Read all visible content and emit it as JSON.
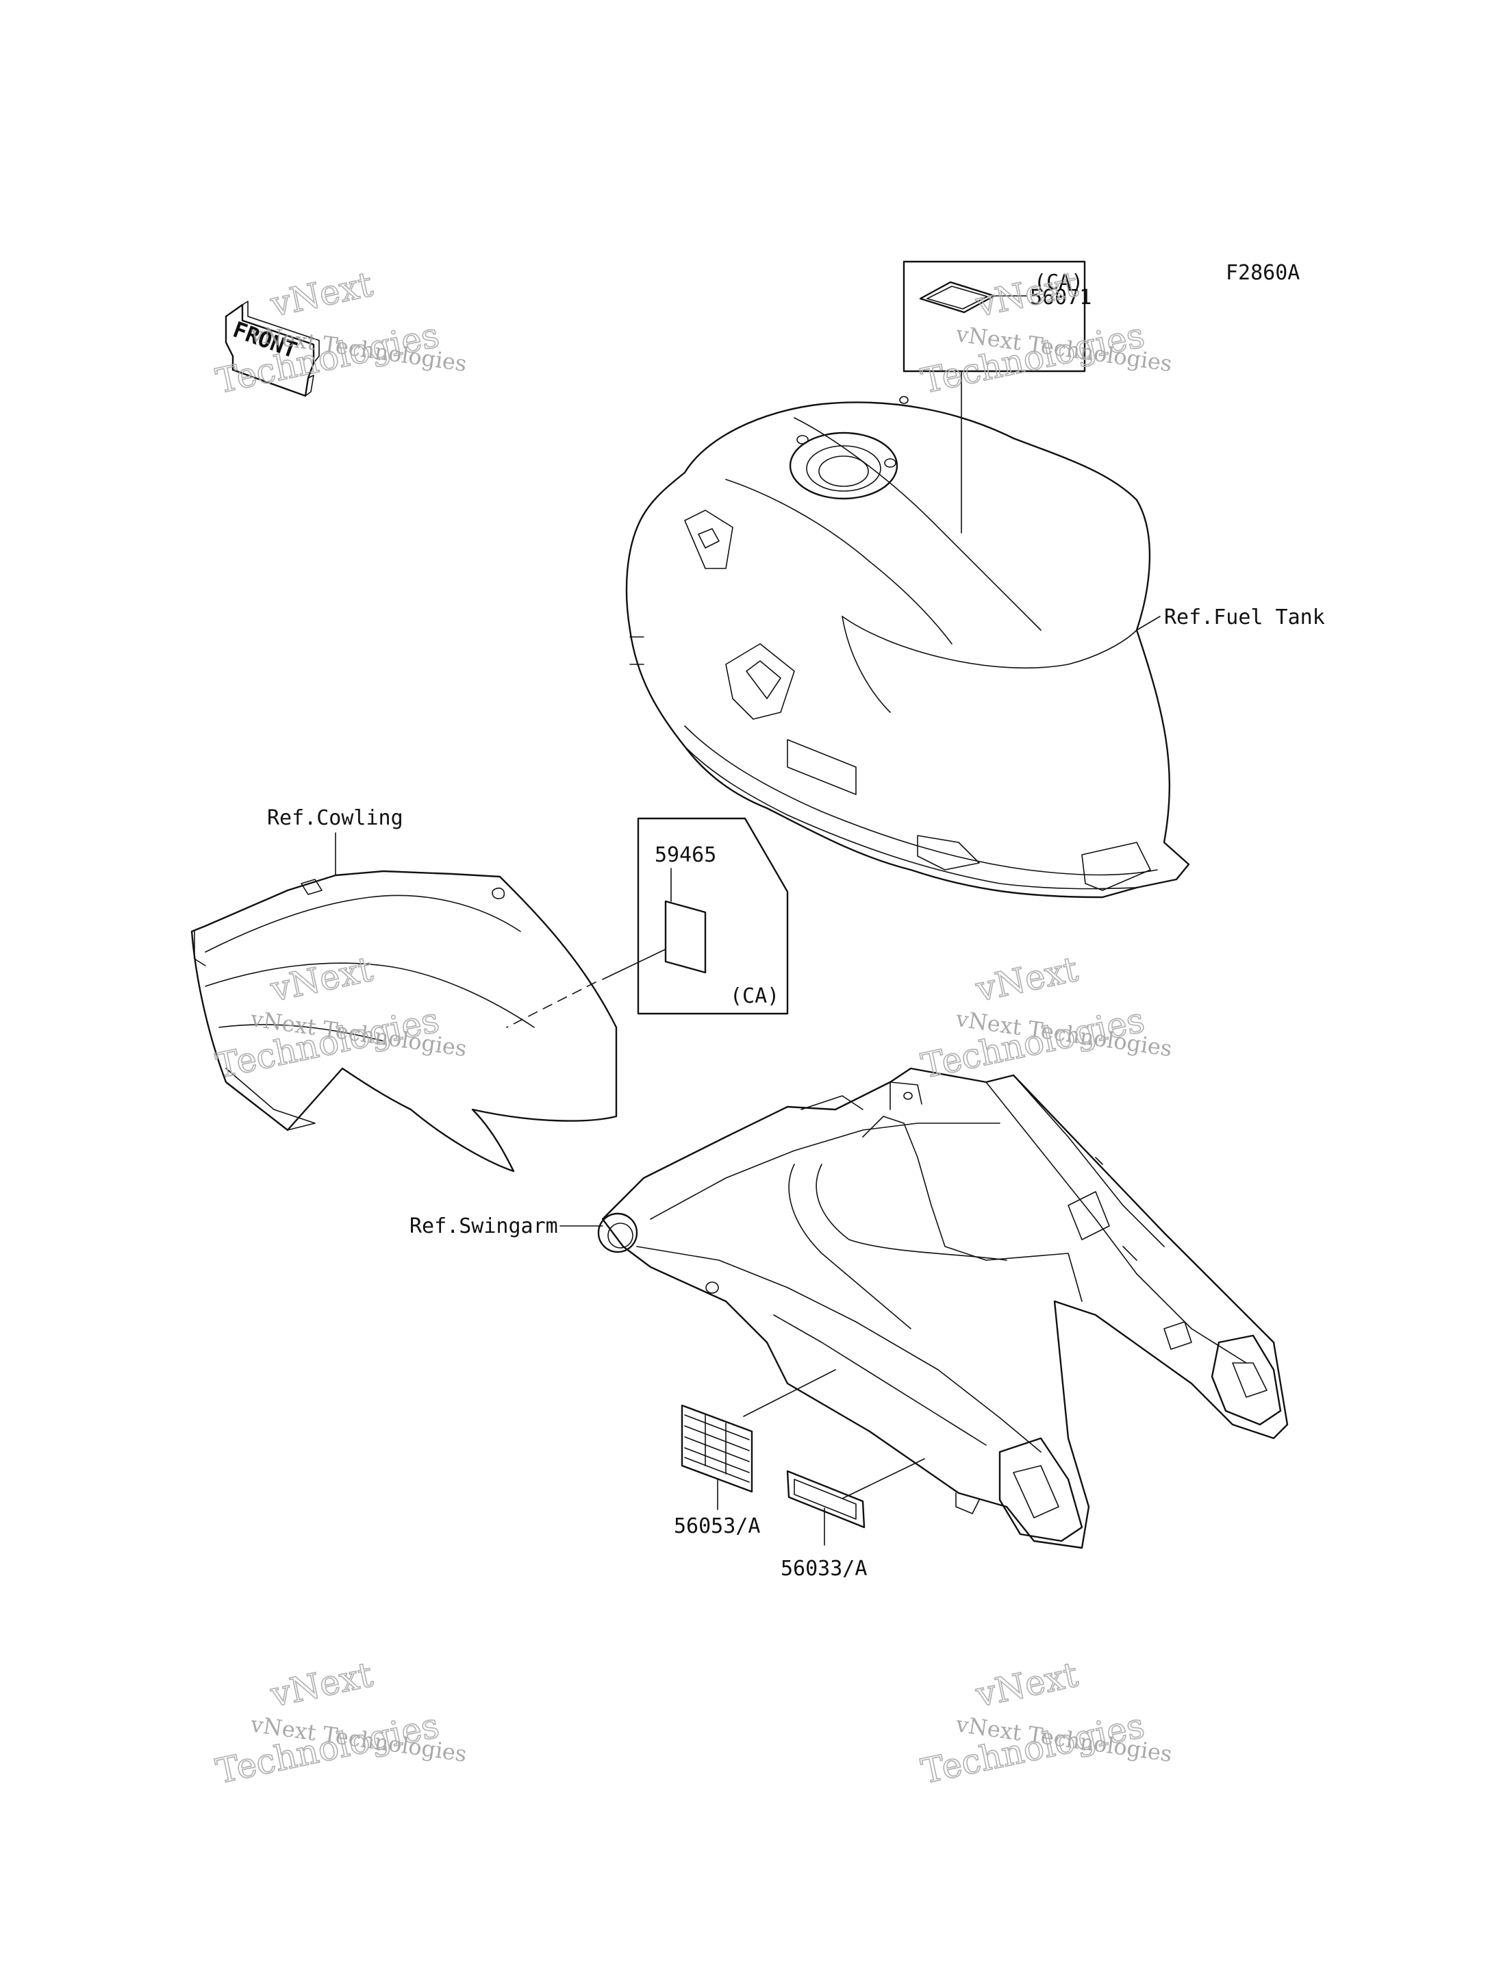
{
  "diagram": {
    "code": "F2860A",
    "front_arrow": "FRONT",
    "callouts": {
      "part_56071": "56071",
      "ca_top": "(CA)",
      "ref_fuel_tank": "Ref.Fuel Tank",
      "ref_cowling": "Ref.Cowling",
      "part_59465": "59465",
      "ca_mid": "(CA)",
      "ref_swingarm": "Ref.Swingarm",
      "part_56053": "56053/A",
      "part_56033": "56033/A"
    }
  },
  "watermark": {
    "line_brand": "vNext Technologies",
    "line_big_1": "vNext",
    "line_big_2": "Technologies"
  }
}
